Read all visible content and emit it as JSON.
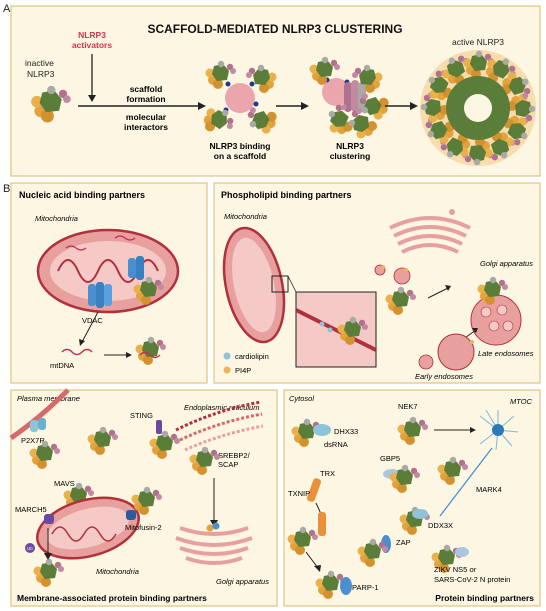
{
  "colors": {
    "panel_bg": "#fdf6e3",
    "panel_border": "#e2c383",
    "activator": "#d8344e",
    "mito_fill": "#e8a09e",
    "mito_stroke": "#b0303c",
    "mito_inner": "#f4c9c6",
    "nlrp3_green": "#5a7d3a",
    "nlrp3_orange": "#e3a23c",
    "nlrp3_pink": "#b07090",
    "nlrp3_gray": "#a9aaa5",
    "vdac_blue": "#4a90d0",
    "scaffold_pink": "#eba6ad",
    "cardiolipin": "#8dc4d8",
    "pi4p": "#f2b25b"
  },
  "panelA": {
    "letter": "A",
    "title": "SCAFFOLD-MEDIATED NLRP3 CLUSTERING",
    "inactive_line1": "inactive",
    "inactive_line2": "NLRP3",
    "activators_line1": "NLRP3",
    "activators_line2": "activators",
    "scaffold_line1": "scaffold",
    "scaffold_line2": "formation",
    "molecular_line1": "molecular",
    "molecular_line2": "interactors",
    "binding_line1": "NLRP3 binding",
    "binding_line2": "on a scaffold",
    "clustering_line1": "NLRP3",
    "clustering_line2": "clustering",
    "active": "active NLRP3"
  },
  "panelB": {
    "letter": "B",
    "nucleic": {
      "title": "Nucleic acid binding partners",
      "mito": "Mitochondria",
      "vdac": "VDAC",
      "mtdna": "mtDNA"
    },
    "phospho": {
      "title": "Phospholipid binding partners",
      "mito": "Mitochondria",
      "golgi": "Golgi apparatus",
      "cardiolipin": "cardiolipin",
      "pi4p": "PI4P",
      "late": "Late endosomes",
      "early": "Early endosomes"
    },
    "membrane": {
      "title": "Membrane-associated protein binding partners",
      "plasma": "Plasma membrane",
      "p2x7r": "P2X7R",
      "sting": "STING",
      "er": "Endoplasmic reticulum",
      "srebp_line1": "SREBP2/",
      "srebp_line2": "SCAP",
      "mavs": "MAVS",
      "march5": "MARCH5",
      "ub": "Ub",
      "mitofusin": "Mitofusin-2",
      "mito": "Mitochondria",
      "golgi": "Golgi apparatus"
    },
    "protein": {
      "title": "Protein binding partners",
      "cytosol": "Cytosol",
      "dhx33": "DHX33",
      "dsrna": "dsRNA",
      "nek7": "NEK7",
      "mtoc": "MTOC",
      "gbp5": "GBP5",
      "mark4": "MARK4",
      "trx": "TRX",
      "txnip": "TXNIP",
      "ddx3x": "DDX3X",
      "zap": "ZAP",
      "parp1": "PARP-1",
      "zikv_a": "ZIKV NS5 ",
      "zikv_or": "or",
      "sars": "SARS-CoV-2 N protein"
    }
  }
}
